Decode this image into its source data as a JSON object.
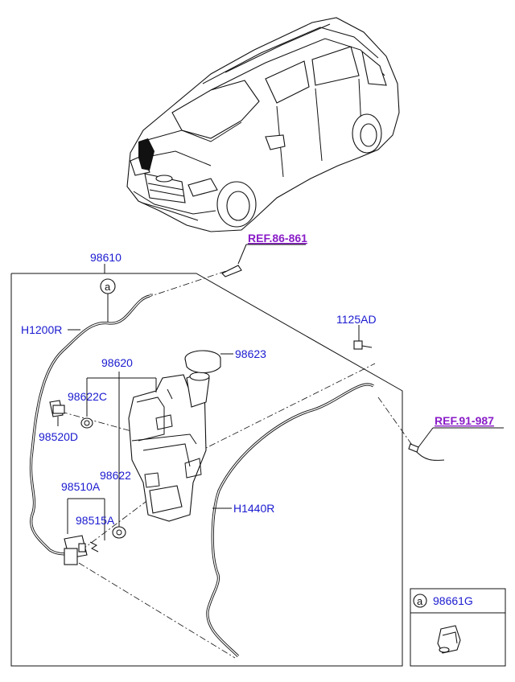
{
  "parts": {
    "p98610": "98610",
    "pH1200R": "H1200R",
    "p98620": "98620",
    "p98623": "98623",
    "p98622C": "98622C",
    "p98520D": "98520D",
    "p98622": "98622",
    "p98510A": "98510A",
    "p98515A": "98515A",
    "p1125AD": "1125AD",
    "pH1440R": "H1440R",
    "p98661G": "98661G"
  },
  "refs": {
    "ref1": "REF.86-861",
    "ref2": "REF.91-987"
  },
  "callouts": {
    "a_main": "a",
    "a_inset": "a"
  },
  "colors": {
    "part_label": "#1a1ad0",
    "ref_label": "#8a1cc8",
    "line": "#111111"
  },
  "icons": [
    "vehicle-illustration",
    "washer-reservoir",
    "washer-pump",
    "filler-cap",
    "bolt",
    "grommet",
    "clip"
  ]
}
